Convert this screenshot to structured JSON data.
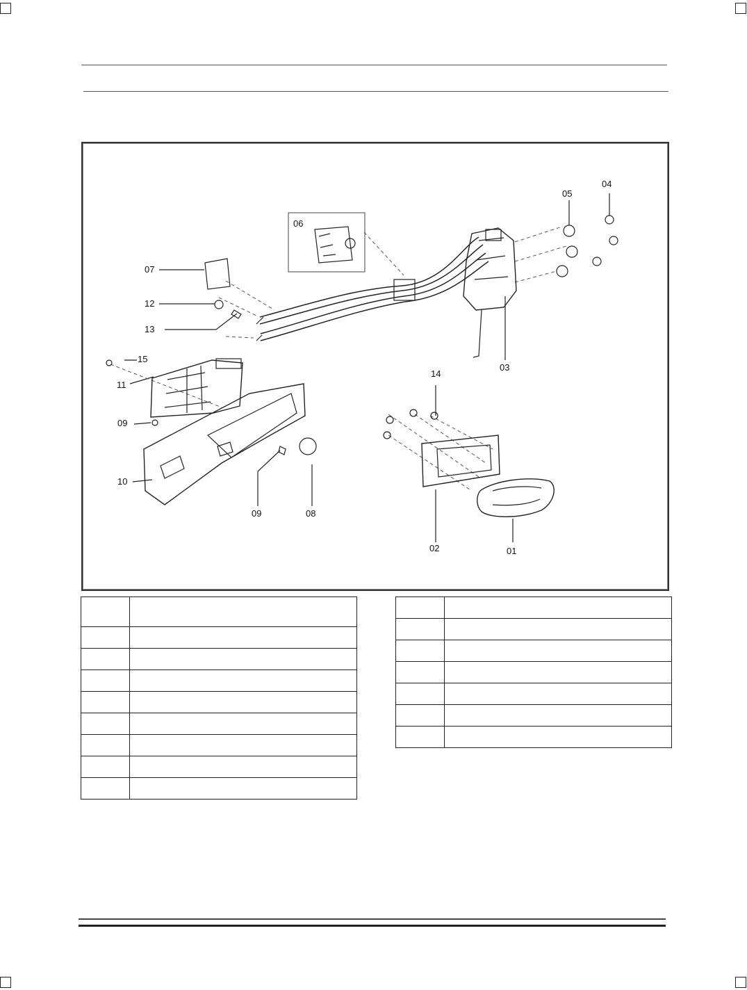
{
  "figure": {
    "callouts": [
      {
        "id": "c01",
        "text": "01"
      },
      {
        "id": "c02",
        "text": "02"
      },
      {
        "id": "c03",
        "text": "03"
      },
      {
        "id": "c04",
        "text": "04"
      },
      {
        "id": "c05",
        "text": "05"
      },
      {
        "id": "c06",
        "text": "06"
      },
      {
        "id": "c07",
        "text": "07"
      },
      {
        "id": "c08",
        "text": "08"
      },
      {
        "id": "c09a",
        "text": "09"
      },
      {
        "id": "c09b",
        "text": "09"
      },
      {
        "id": "c10",
        "text": "10"
      },
      {
        "id": "c11",
        "text": "11"
      },
      {
        "id": "c12",
        "text": "12"
      },
      {
        "id": "c13",
        "text": "13"
      },
      {
        "id": "c14",
        "text": "14"
      },
      {
        "id": "c15",
        "text": "15"
      }
    ]
  },
  "tables": {
    "left_rows": 9,
    "right_rows": 7
  }
}
